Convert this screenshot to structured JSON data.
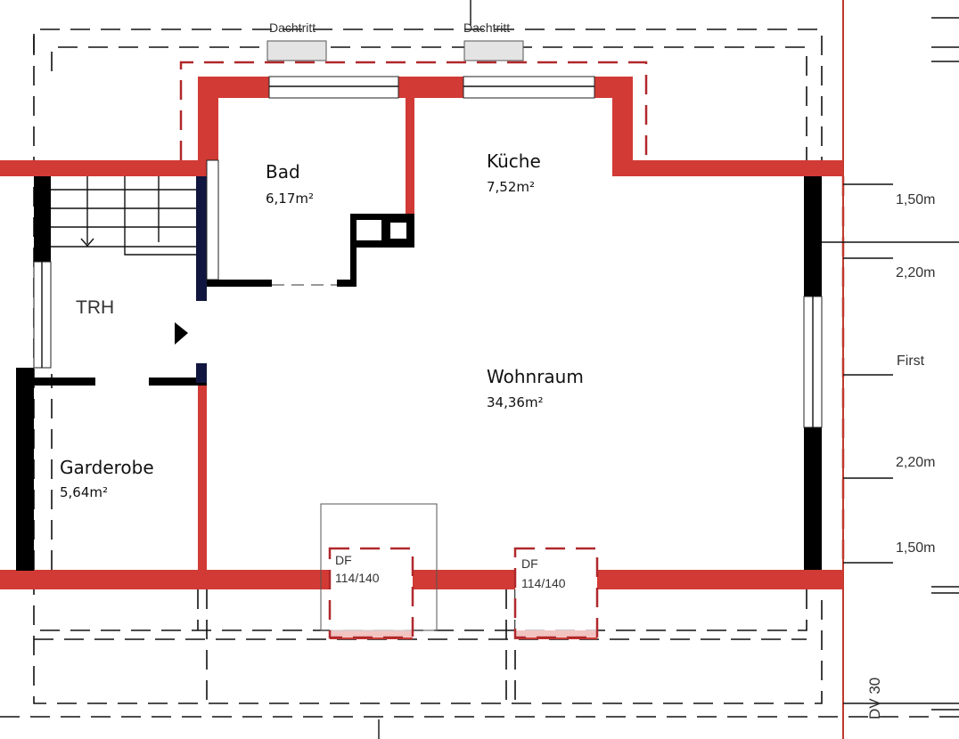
{
  "title": "Dachgeschoss Grundriss",
  "rooms": {
    "bad": {
      "name": "Bad",
      "area": "6,17m²"
    },
    "kueche": {
      "name": "Küche",
      "area": "7,52m²"
    },
    "wohnraum": {
      "name": "Wohnraum",
      "area": "34,36m²"
    },
    "garderobe": {
      "name": "Garderobe",
      "area": "5,64m²"
    },
    "trh": {
      "name": "TRH"
    }
  },
  "roof_access": [
    "Dachtritt",
    "Dachtritt"
  ],
  "skylights": [
    {
      "type": "DF",
      "size": "114/140"
    },
    {
      "type": "DF",
      "size": "114/140"
    }
  ],
  "heights": [
    "1,50m",
    "2,20m",
    "First",
    "2,20m",
    "1,50m"
  ],
  "roof_label": "DV 30",
  "colors": {
    "wall": "#d13a35",
    "black_wall": "#000000",
    "dashed_outline": "#111111"
  }
}
